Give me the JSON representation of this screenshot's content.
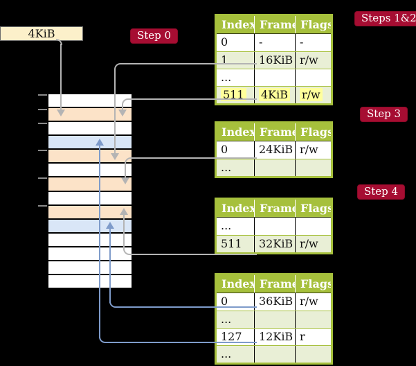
{
  "frame_size_label": "4KiB",
  "badges": {
    "step0": "Step 0",
    "steps12": "Steps 1&2",
    "step3": "Step 3",
    "step4": "Step 4"
  },
  "colors": {
    "background": "#000000",
    "badge_bg": "#a60d32",
    "badge_text": "#ffffff",
    "table_header_green": "#a6c03c",
    "table_row_tint": "#e9efd6",
    "highlight_yellow": "#ffff9b",
    "frame_label_box": "#fcf0ca",
    "frame_pagetable_peach": "#fce3c8",
    "frame_data_blue": "#d9e6f7",
    "frame_free_white": "#ffffff",
    "connector_grey": "#b4b4b4",
    "connector_blue": "#7e9bca"
  },
  "memory_stack": {
    "frames": [
      "free",
      "pagetable",
      "free",
      "data",
      "pagetable",
      "free",
      "pagetable",
      "free",
      "pagetable",
      "data",
      "free",
      "free",
      "free",
      "free"
    ]
  },
  "tables": [
    {
      "id": "table-steps-1-2",
      "header": [
        "Index",
        "Frame",
        "Flags"
      ],
      "rows": [
        {
          "cells": [
            "0",
            "-",
            "-"
          ],
          "tint": false,
          "highlight": false
        },
        {
          "cells": [
            "1",
            "16KiB",
            "r/w"
          ],
          "tint": true,
          "highlight": false
        },
        {
          "cells": [
            "...",
            "",
            ""
          ],
          "tint": false,
          "highlight": false
        },
        {
          "cells": [
            "511",
            "4KiB",
            "r/w"
          ],
          "tint": true,
          "highlight": true
        }
      ]
    },
    {
      "id": "table-step-3",
      "header": [
        "Index",
        "Frame",
        "Flags"
      ],
      "rows": [
        {
          "cells": [
            "0",
            "24KiB",
            "r/w"
          ],
          "tint": false,
          "highlight": false
        },
        {
          "cells": [
            "...",
            "",
            ""
          ],
          "tint": true,
          "highlight": false
        }
      ]
    },
    {
      "id": "table-step-4a",
      "header": [
        "Index",
        "Frame",
        "Flags"
      ],
      "rows": [
        {
          "cells": [
            "...",
            "",
            ""
          ],
          "tint": false,
          "highlight": false
        },
        {
          "cells": [
            "511",
            "32KiB",
            "r/w"
          ],
          "tint": true,
          "highlight": false
        }
      ]
    },
    {
      "id": "table-step-4b",
      "header": [
        "Index",
        "Frame",
        "Flags"
      ],
      "rows": [
        {
          "cells": [
            "0",
            "36KiB",
            "r/w"
          ],
          "tint": false,
          "highlight": false
        },
        {
          "cells": [
            "...",
            "",
            ""
          ],
          "tint": true,
          "highlight": false
        },
        {
          "cells": [
            "127",
            "12KiB",
            "r"
          ],
          "tint": false,
          "highlight": false
        },
        {
          "cells": [
            "...",
            "",
            ""
          ],
          "tint": true,
          "highlight": false
        }
      ]
    }
  ]
}
